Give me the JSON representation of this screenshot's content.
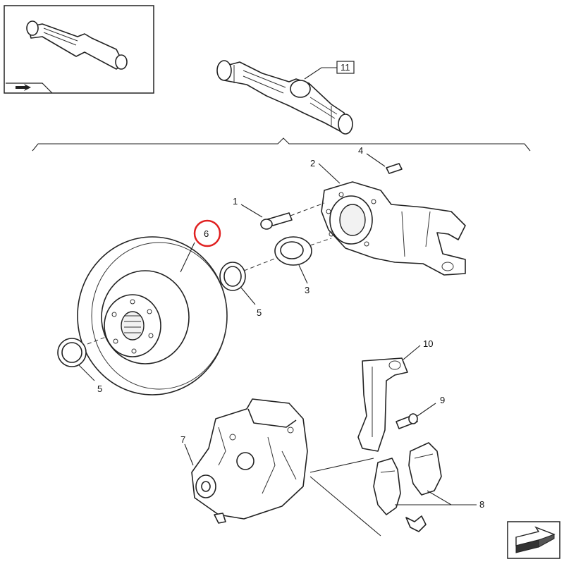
{
  "callouts": {
    "c1": "1",
    "c2": "2",
    "c3": "3",
    "c4": "4",
    "c5a": "5",
    "c5b": "5",
    "c6": "6",
    "c7": "7",
    "c8": "8",
    "c9": "9",
    "c10": "10",
    "c11": "11"
  },
  "colors": {
    "highlight": "#e02020",
    "line": "#222222"
  },
  "icons": {
    "overview": "axle-overview-icon",
    "navigation": "next-page-arrow-icon"
  }
}
